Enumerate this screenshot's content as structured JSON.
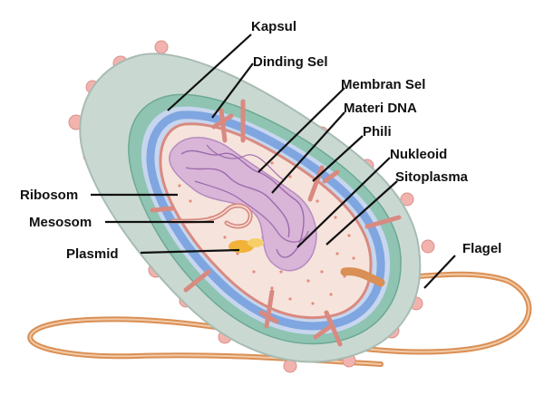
{
  "diagram": {
    "labels": {
      "kapsul": "Kapsul",
      "dinding_sel": "Dinding Sel",
      "membran_sel": "Membran Sel",
      "materi_dna": "Materi DNA",
      "phili": "Phili",
      "nukleoid": "Nukleoid",
      "sitoplasma": "Sitoplasma",
      "ribosom": "Ribosom",
      "mesosom": "Mesosom",
      "plasmid": "Plasmid",
      "flagel": "Flagel"
    },
    "colors": {
      "capsule": "#c9d9d2",
      "cell_wall": "#8fc4b3",
      "membrane_blue": "#7fa6e0",
      "membrane_pale": "#c7d6ee",
      "cytoplasm": "#f6e4dc",
      "pili": "#e58c80",
      "dna": "#b68cc0",
      "plasmid": "#f0b338",
      "flagellum": "#d98f55",
      "knobs": "#f2b3ae"
    }
  }
}
